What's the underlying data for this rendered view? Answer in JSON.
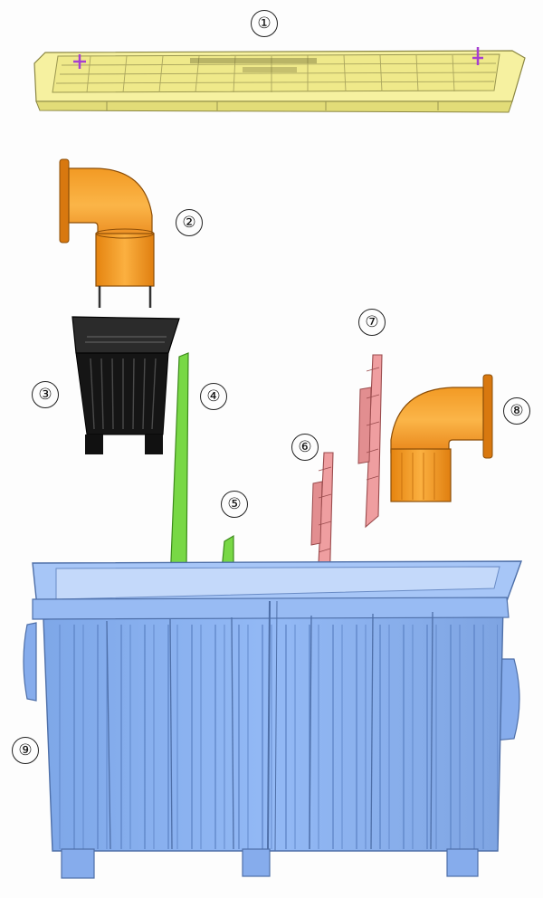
{
  "diagram": {
    "type": "exploded-assembly",
    "parts": [
      {
        "number": "1",
        "name": "grated-cover",
        "color": "#f3ee93"
      },
      {
        "number": "2",
        "name": "inlet-elbow",
        "color": "#f7a12b"
      },
      {
        "number": "3",
        "name": "strainer-basket",
        "color": "#1c1c1c"
      },
      {
        "number": "4",
        "name": "baffle-plate-tall",
        "color": "#7cd64a"
      },
      {
        "number": "5",
        "name": "baffle-plate-short",
        "color": "#7cd64a"
      },
      {
        "number": "6",
        "name": "divider-panel-small",
        "color": "#ef9ea0"
      },
      {
        "number": "7",
        "name": "divider-panel-large",
        "color": "#ef9ea0"
      },
      {
        "number": "8",
        "name": "outlet-elbow",
        "color": "#f7a12b"
      },
      {
        "number": "9",
        "name": "tank-body",
        "color": "#8fb6f3"
      }
    ],
    "callouts": [
      "①",
      "②",
      "③",
      "④",
      "⑤",
      "⑥",
      "⑦",
      "⑧",
      "⑨"
    ]
  }
}
